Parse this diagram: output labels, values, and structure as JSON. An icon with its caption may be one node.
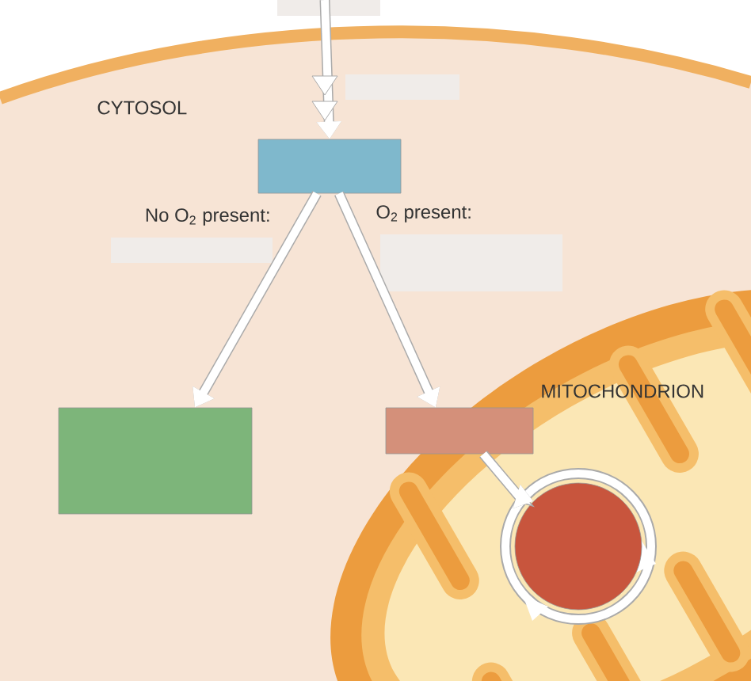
{
  "diagram": {
    "nodes": [
      {
        "text": [],
        "shape": "box"
      },
      {
        "text": [],
        "shape": "box"
      },
      {
        "text": [],
        "shape": "box"
      },
      {
        "text": [],
        "shape": "circle"
      }
    ],
    "edges": [
      {
        "from": null,
        "to": 0,
        "arrow": "to"
      },
      {
        "from": 0,
        "to": 1,
        "arrow": "to"
      },
      {
        "from": 0,
        "to": 2,
        "arrow": "to"
      },
      {
        "from": 2,
        "to": 3,
        "arrow": "to"
      }
    ],
    "labels": [
      "CYTOSOL",
      "No O$_{2}$ present:",
      "O$_{2}$ present:",
      "MITOCHONDRION"
    ]
  }
}
